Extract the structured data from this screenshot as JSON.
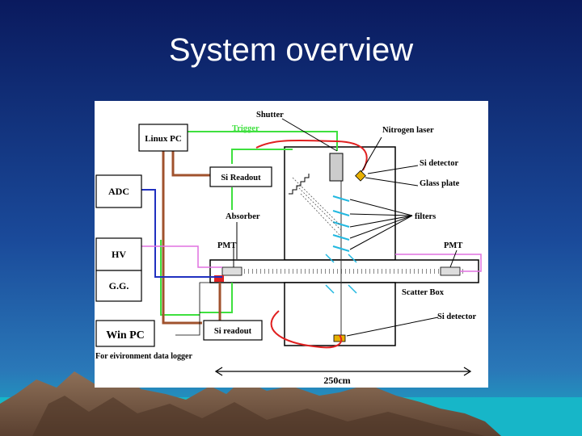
{
  "slide": {
    "title": "System overview"
  },
  "diagram": {
    "boxes": {
      "linux_pc": "Linux PC",
      "adc": "ADC",
      "hv": "HV",
      "gg": "G.G.",
      "win_pc": "Win PC",
      "si_readout_top": "Si Readout",
      "si_readout_bottom": "Si readout"
    },
    "labels": {
      "shutter": "Shutter",
      "trigger": "Trigger",
      "nitrogen_laser": "Nitrogen laser",
      "si_detector_top": "Si detector",
      "glass_plate": "Glass plate",
      "absorber": "Absorber",
      "filters": "filters",
      "pmt_left": "PMT",
      "pmt_right": "PMT",
      "scatter_box": "Scatter Box",
      "si_detector_bottom": "Si detector",
      "logger_note": "For eivironment data logger",
      "dimension": "250cm"
    }
  },
  "colors": {
    "sky_top": "#0a1a5e",
    "sky_mid": "#1f58a8",
    "ground": "#17b6c8",
    "mountain": "#7a5c46",
    "trigger_line": "#3ee03e",
    "signal_line": "#a0522d",
    "laser_line": "#e02020",
    "pmt_line": "#e070e0",
    "adc_line": "#2030c0",
    "filter": "#22b8e0"
  }
}
